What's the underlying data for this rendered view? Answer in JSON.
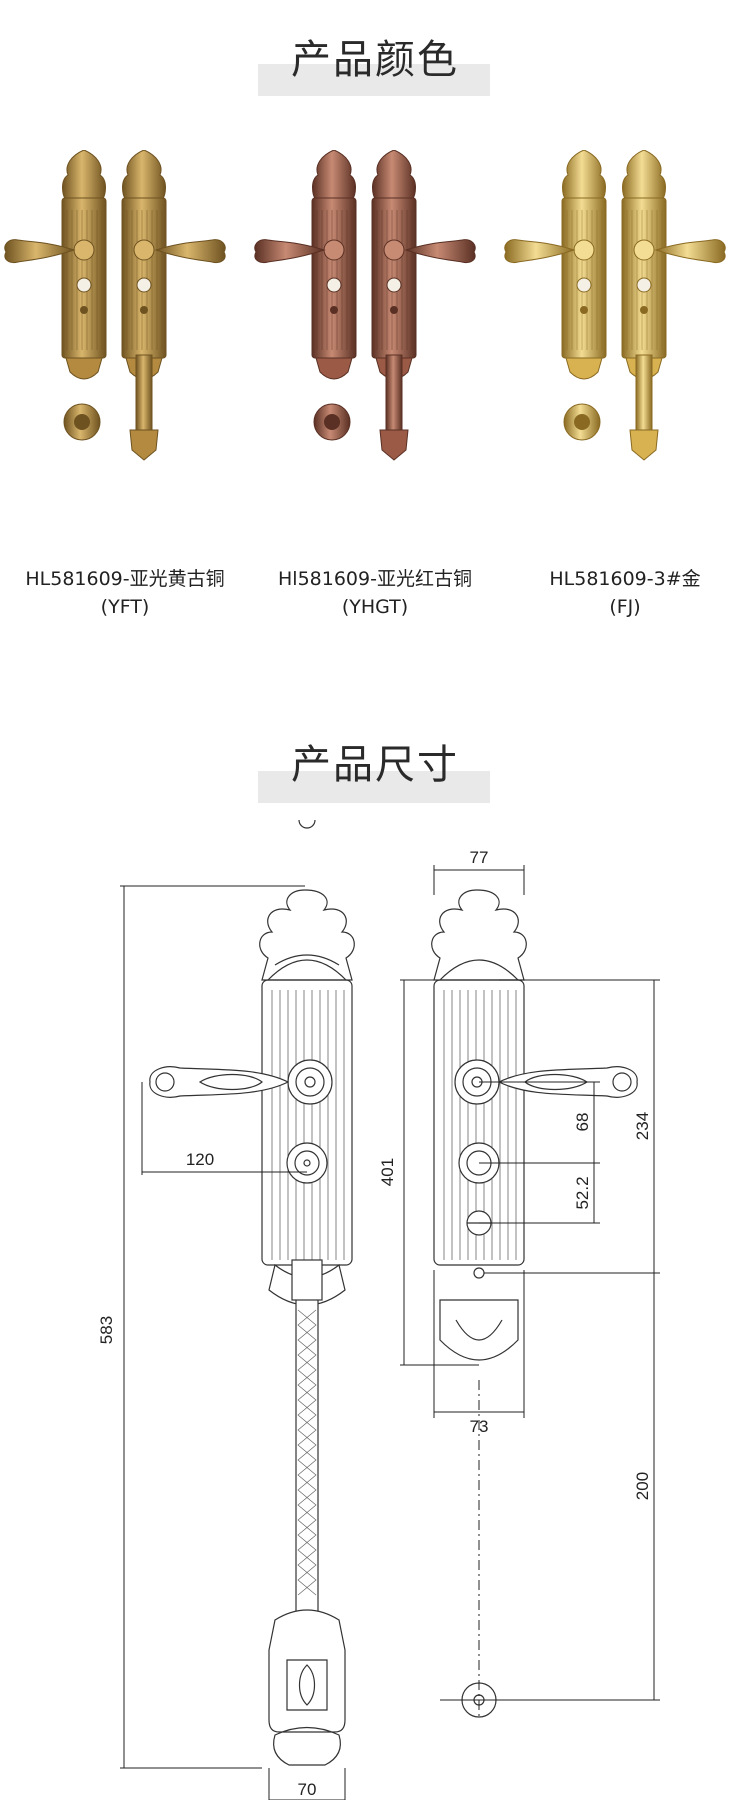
{
  "colors_section": {
    "title": "产品颜色",
    "products": [
      {
        "code": "HL581609-亚光黄古铜",
        "finish": "(YFT)",
        "color": "#b38a3f",
        "dark": "#6e5220",
        "light": "#d9b66c"
      },
      {
        "code": "Hl581609-亚光红古铜",
        "finish": "(YHGT)",
        "color": "#9a5a45",
        "dark": "#5a3024",
        "light": "#c78a73"
      },
      {
        "code": "HL581609-3#金",
        "finish": "(FJ)",
        "color": "#d8b150",
        "dark": "#8a6a22",
        "light": "#f3dc93"
      }
    ]
  },
  "size_section": {
    "title": "产品尺寸",
    "dimensions": {
      "width_top": "77",
      "overall_height": "583",
      "plate_height": "401",
      "lever_length": "120",
      "spacing_68": "68",
      "spacing_52": "52.2",
      "spacing_234": "234",
      "spacing_200": "200",
      "plate_width_73": "73",
      "bottom_width": "70"
    }
  }
}
